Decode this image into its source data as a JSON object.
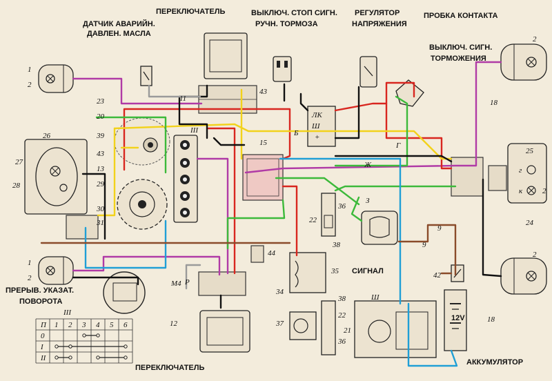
{
  "labels": {
    "oil_sensor": [
      "ДАТЧИК АВАРИЙН.",
      "ДАВЛЕН. МАСЛА"
    ],
    "switch_top": "ПЕРЕКЛЮЧАТЕЛЬ",
    "stop_switch": [
      "ВЫКЛЮЧ. СТОП СИГН.",
      "РУЧН. ТОРМОЗА"
    ],
    "regulator": [
      "РЕГУЛЯТОР",
      "НАПРЯЖЕНИЯ"
    ],
    "contact_plug": "ПРОБКА КОНТАКТА",
    "brake_switch": [
      "ВЫКЛЮЧ. СИГН.",
      "ТОРМОЖЕНИЯ"
    ],
    "interrupter": [
      "ПРЕРЫВ. УКАЗАТ.",
      "ПОВОРОТА"
    ],
    "signal": "СИГНАЛ",
    "accumulator": "АККУМУЛЯТОР",
    "switch_bottom": "ПЕРЕКЛЮЧАТЕЛЬ",
    "battery_voltage": "12V",
    "regulator_terminals": [
      "ЛК",
      "Ш",
      "+"
    ],
    "generator_terminal": "Ш",
    "lamp_markers": [
      "г",
      "к"
    ]
  },
  "numbers": [
    "1",
    "2",
    "1",
    "2",
    "2",
    "18",
    "2",
    "18",
    "2",
    "25",
    "24",
    "23",
    "20",
    "39",
    "43",
    "11",
    "43",
    "13",
    "29",
    "30",
    "31",
    "26",
    "27",
    "28",
    "15",
    "36",
    "22",
    "38",
    "35",
    "34",
    "38",
    "22",
    "37",
    "36",
    "21",
    "42",
    "44",
    "12",
    "9",
    "9",
    "III",
    "М4",
    "Р",
    "Ж",
    "Б",
    "Г",
    "З"
  ],
  "table": {
    "title": "III",
    "headers": [
      "П",
      "1",
      "2",
      "3",
      "4",
      "5",
      "6"
    ],
    "rows": [
      "0",
      "I",
      "II"
    ]
  },
  "colors": {
    "red": "#d8261f",
    "yellow": "#f2d21b",
    "green": "#3cb93a",
    "blue": "#1f9fd6",
    "magenta": "#b03aa6",
    "black": "#111111",
    "brown": "#8a4b2a",
    "grey": "#9a9a9a",
    "background": "#f3ecdc"
  }
}
